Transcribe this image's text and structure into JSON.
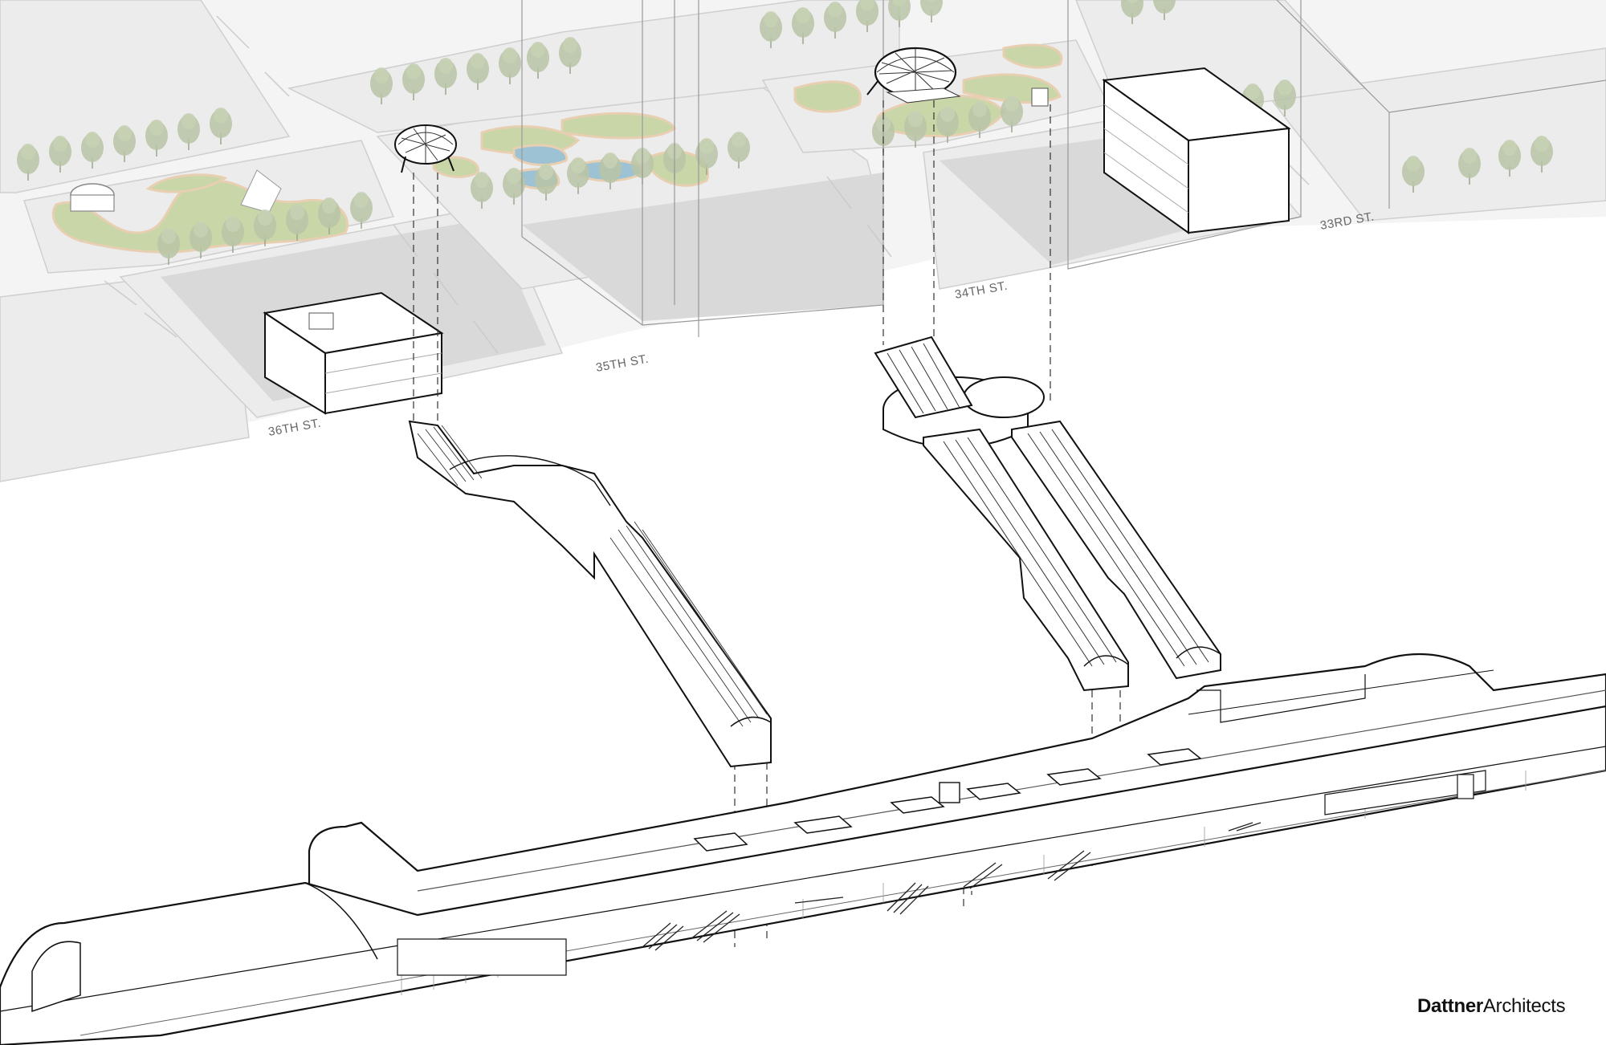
{
  "diagram": {
    "type": "axonometric-architectural-diagram",
    "subject": "Underground station with escalator shafts connecting street-level park entrances to a long mezzanine and platform level",
    "colors": {
      "background": "#ffffff",
      "street": "#f1f1f1",
      "sidewalk": "#eeeeee",
      "block_footprint": "#d9d9d9",
      "park_green": "#c8d6a8",
      "park_edge": "#e8cfb2",
      "water": "#9cc2d3",
      "tree": "#b9c4a6",
      "linework": "#1a1a1a",
      "street_label": "#666666"
    },
    "streets": [
      {
        "label": "36TH ST."
      },
      {
        "label": "35TH ST."
      },
      {
        "label": "34TH ST."
      },
      {
        "label": "33RD ST."
      }
    ],
    "elements": [
      {
        "name": "west-canopy-pavilion",
        "description": "Gridshell canopy entrance in park between 36th and 35th"
      },
      {
        "name": "east-canopy-pavilion",
        "description": "Gridshell canopy entrance in park between 34th and 33rd"
      },
      {
        "name": "west-escalator-shaft",
        "description": "Curved entry hall leading to single inclined escalator bank"
      },
      {
        "name": "east-escalator-shafts",
        "description": "Circular entry hall feeding twin inclined escalator banks"
      },
      {
        "name": "mezzanine-level",
        "description": "Long concourse with escalator openings"
      },
      {
        "name": "platform-level",
        "description": "Train platform level with escalators and tracks"
      }
    ]
  },
  "branding": {
    "logo_bold": "Dattner",
    "logo_light": "Architects"
  }
}
